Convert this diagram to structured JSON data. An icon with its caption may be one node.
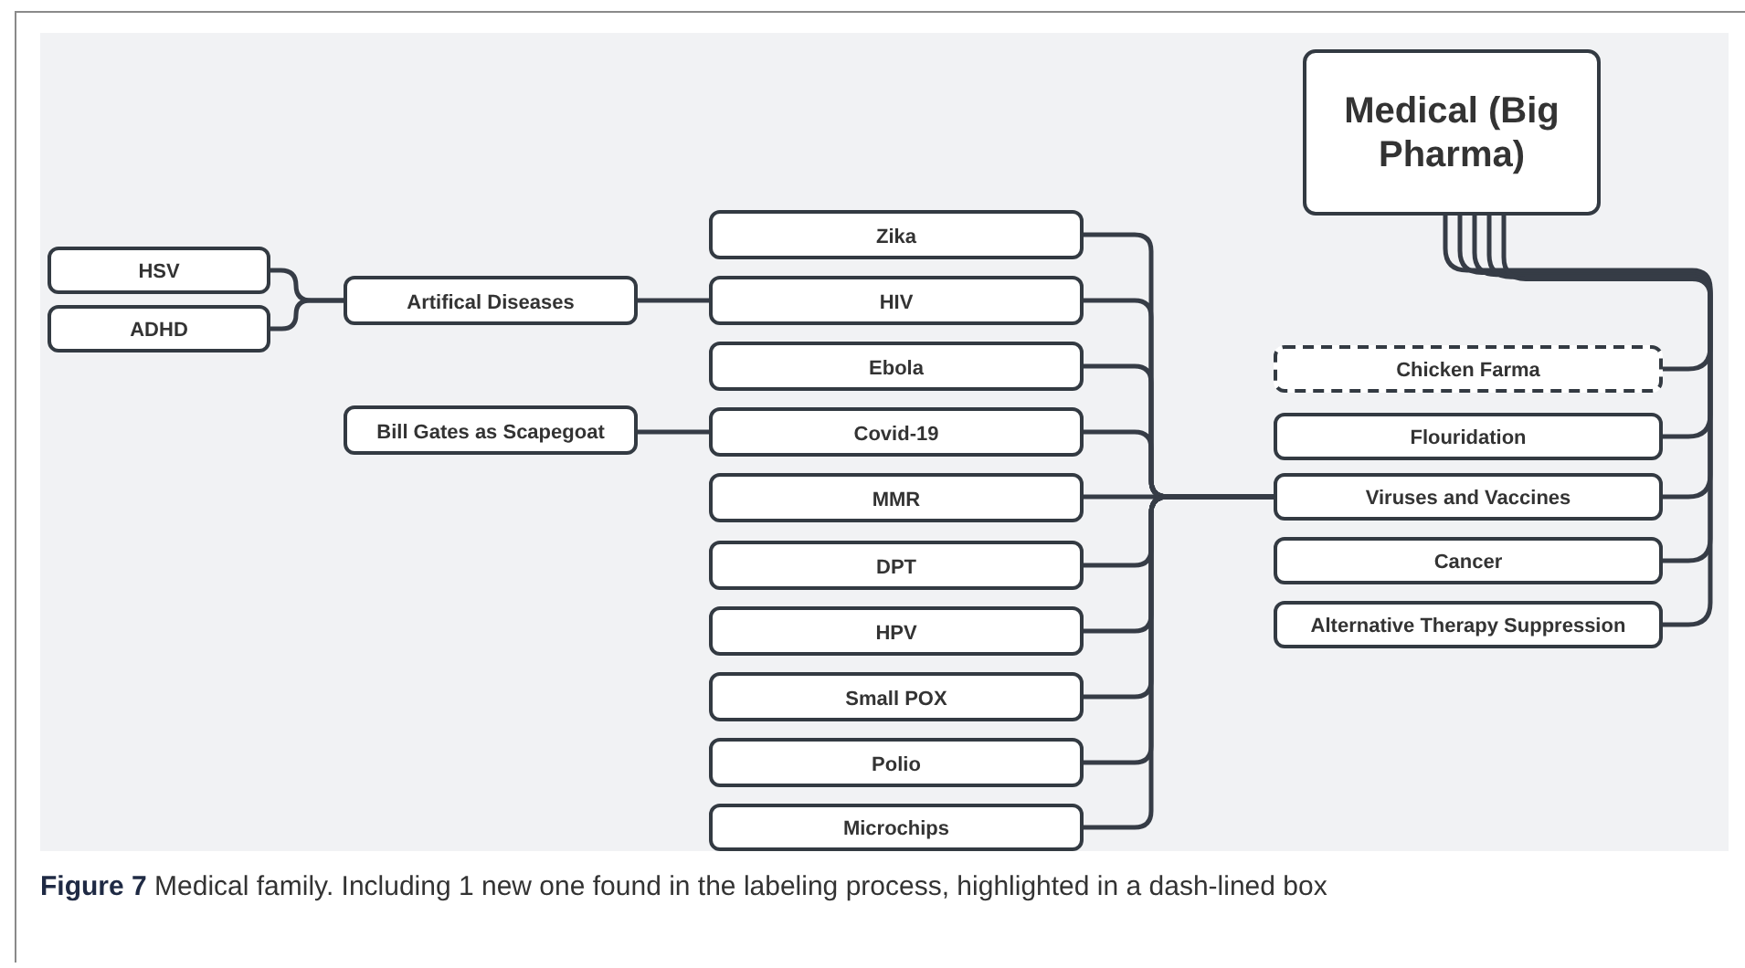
{
  "diagram": {
    "caption": "**Figure 7** Medical family. Including 1 new one found in the labeling process, highlighted in a dash-lined box",
    "nodes": [
      {
        "text": [
          "Medical (Big Pharma)"
        ]
      },
      {
        "text": [
          "HSV"
        ]
      },
      {
        "text": [
          "ADHD"
        ]
      },
      {
        "text": [
          "Artifical Diseases"
        ]
      },
      {
        "text": [
          "Bill Gates as Scapegoat"
        ]
      },
      {
        "text": [
          "Zika"
        ]
      },
      {
        "text": [
          "HIV"
        ]
      },
      {
        "text": [
          "Ebola"
        ]
      },
      {
        "text": [
          "Covid-19"
        ]
      },
      {
        "text": [
          "MMR"
        ]
      },
      {
        "text": [
          "DPT"
        ]
      },
      {
        "text": [
          "HPV"
        ]
      },
      {
        "text": [
          "Small POX"
        ]
      },
      {
        "text": [
          "Polio"
        ]
      },
      {
        "text": [
          "Microchips"
        ]
      },
      {
        "text": [
          "Chicken Farma"
        ]
      },
      {
        "text": [
          "Flouridation"
        ]
      },
      {
        "text": [
          "Viruses and Vaccines"
        ]
      },
      {
        "text": [
          "Cancer"
        ]
      },
      {
        "text": [
          "Alternative Therapy Suppression"
        ]
      }
    ],
    "edges": [
      {
        "from": 0,
        "to": 15,
        "arrow": "none"
      },
      {
        "from": 0,
        "to": 16,
        "arrow": "none"
      },
      {
        "from": 0,
        "to": 17,
        "arrow": "none"
      },
      {
        "from": 0,
        "to": 18,
        "arrow": "none"
      },
      {
        "from": 0,
        "to": 19,
        "arrow": "none"
      },
      {
        "from": 17,
        "to": 5,
        "arrow": "none"
      },
      {
        "from": 17,
        "to": 6,
        "arrow": "none"
      },
      {
        "from": 17,
        "to": 7,
        "arrow": "none"
      },
      {
        "from": 17,
        "to": 8,
        "arrow": "none"
      },
      {
        "from": 17,
        "to": 9,
        "arrow": "none"
      },
      {
        "from": 17,
        "to": 10,
        "arrow": "none"
      },
      {
        "from": 17,
        "to": 11,
        "arrow": "none"
      },
      {
        "from": 17,
        "to": 12,
        "arrow": "none"
      },
      {
        "from": 17,
        "to": 13,
        "arrow": "none"
      },
      {
        "from": 17,
        "to": 14,
        "arrow": "none"
      },
      {
        "from": 6,
        "to": 3,
        "arrow": "none"
      },
      {
        "from": 8,
        "to": 4,
        "arrow": "none"
      },
      {
        "from": 3,
        "to": 1,
        "arrow": "none"
      },
      {
        "from": 3,
        "to": 2,
        "arrow": "none"
      }
    ]
  }
}
